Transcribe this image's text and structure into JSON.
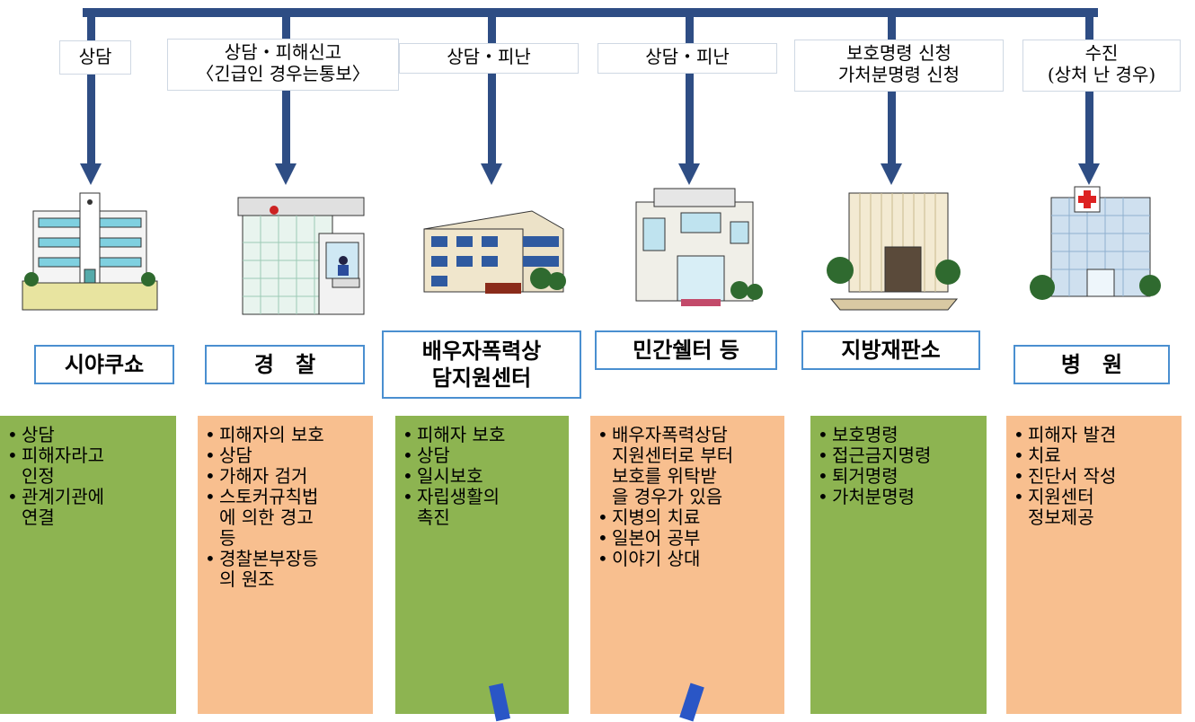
{
  "columns": [
    {
      "label": "상담",
      "name": "시야쿠쇼",
      "items": [
        "상담",
        "피해자라고\n인정",
        "관계기관에\n연결"
      ],
      "panel_color": "#8db451"
    },
    {
      "label": "상담・피해신고\n〈긴급인 경우는통보〉",
      "name": "경　찰",
      "items": [
        "피해자의 보호",
        "상담",
        "가해자 검거",
        "스토커규칙법\n에 의한 경고\n등",
        "경찰본부장등\n의 원조"
      ],
      "panel_color": "#f8bf8f"
    },
    {
      "label": "상담・피난",
      "name": "배우자폭력상\n담지원센터",
      "items": [
        "피해자 보호",
        "상담",
        "일시보호",
        "자립생활의\n촉진"
      ],
      "panel_color": "#8db451"
    },
    {
      "label": "상담・피난",
      "name": "민간쉘터 등",
      "items": [
        "배우자폭력상담\n지원센터로 부터\n보호를 위탁받\n을 경우가 있음",
        "지병의 치료",
        "일본어 공부",
        "이야기 상대"
      ],
      "panel_color": "#f8bf8f"
    },
    {
      "label": "보호명령 신청\n가처분명령 신청",
      "name": "지방재판소",
      "items": [
        "보호명령",
        "접근금지명령",
        "퇴거명령",
        "가처분명령"
      ],
      "panel_color": "#8db451"
    },
    {
      "label": "수진\n(상처 난 경우)",
      "name": "병　원",
      "items": [
        "피해자 발견",
        "치료",
        "진단서 작성",
        "지원센터\n정보제공"
      ],
      "panel_color": "#f8bf8f"
    }
  ],
  "colors": {
    "connector": "#2e4d84",
    "name_box_border": "#4a8fd0",
    "marker": "#2a56c6"
  }
}
